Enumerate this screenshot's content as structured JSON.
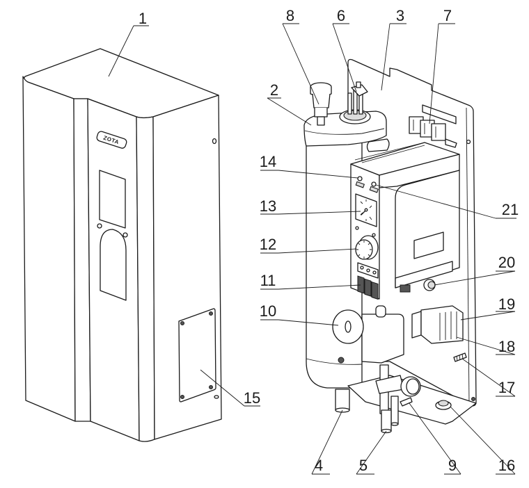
{
  "figure": {
    "title": "Electric boiler — external casing and internal components",
    "brand_label": "ZOTA"
  },
  "callouts": [
    {
      "label": "1",
      "part": "casing",
      "side": "left"
    },
    {
      "label": "2",
      "part": "heater-tank",
      "side": "left"
    },
    {
      "label": "3",
      "part": "mounting-panel",
      "side": "left"
    },
    {
      "label": "4",
      "part": "outlet-pipe",
      "side": "left"
    },
    {
      "label": "5",
      "part": "inlet-pipe",
      "side": "left"
    },
    {
      "label": "6",
      "part": "heating-element-block",
      "side": "left"
    },
    {
      "label": "7",
      "part": "relays",
      "side": "left"
    },
    {
      "label": "8",
      "part": "air-vent-valve",
      "side": "left"
    },
    {
      "label": "9",
      "part": "drain-tap",
      "side": "right"
    },
    {
      "label": "10",
      "part": "circulation-pump",
      "side": "right"
    },
    {
      "label": "11",
      "part": "power-switches",
      "side": "right"
    },
    {
      "label": "12",
      "part": "thermostat-knob",
      "side": "right"
    },
    {
      "label": "13",
      "part": "thermometer-gauge",
      "side": "right"
    },
    {
      "label": "14",
      "part": "indicator-lamp",
      "side": "right"
    },
    {
      "label": "15",
      "part": "cover-plate",
      "side": "left"
    },
    {
      "label": "16",
      "part": "cable-gland",
      "side": "right"
    },
    {
      "label": "17",
      "part": "grounding-bolt",
      "side": "right"
    },
    {
      "label": "18",
      "part": "terminal-block-lower",
      "side": "right"
    },
    {
      "label": "19",
      "part": "terminal-block-upper",
      "side": "right"
    },
    {
      "label": "20",
      "part": "reset-button",
      "side": "right"
    },
    {
      "label": "21",
      "part": "indicator-lamp-2",
      "side": "left"
    }
  ]
}
